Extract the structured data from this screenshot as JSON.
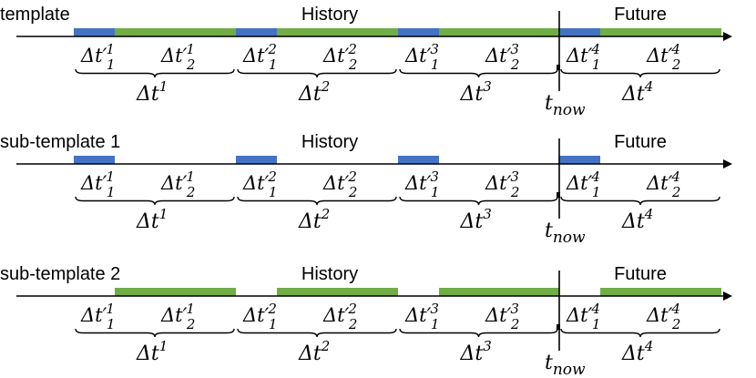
{
  "colors": {
    "blue": "#4472C4",
    "green": "#70AD47",
    "axis": "#000000"
  },
  "panels": [
    {
      "name": "template",
      "label": "template",
      "history_label": "History",
      "future_label": "Future",
      "now_label": "t",
      "now_sub": "now",
      "segments": [
        "blue",
        "green",
        "blue",
        "green",
        "blue",
        "green",
        "blue",
        "green"
      ]
    },
    {
      "name": "sub-template-1",
      "label": "sub-template 1",
      "history_label": "History",
      "future_label": "Future",
      "now_label": "t",
      "now_sub": "now",
      "segments": [
        "blue",
        null,
        "blue",
        null,
        "blue",
        null,
        "blue",
        null
      ]
    },
    {
      "name": "sub-template-2",
      "label": "sub-template 2",
      "history_label": "History",
      "future_label": "Future",
      "now_label": "t",
      "now_sub": "now",
      "segments": [
        null,
        "green",
        null,
        "green",
        null,
        "green",
        null,
        "green"
      ]
    }
  ],
  "intervals": [
    {
      "main": "Δt",
      "sup": "1",
      "sub1": {
        "base": "Δt′",
        "sub": "1",
        "sup": "1"
      },
      "sub2": {
        "base": "Δt′",
        "sub": "2",
        "sup": "1"
      }
    },
    {
      "main": "Δt",
      "sup": "2",
      "sub1": {
        "base": "Δt′",
        "sub": "1",
        "sup": "2"
      },
      "sub2": {
        "base": "Δt′",
        "sub": "2",
        "sup": "2"
      }
    },
    {
      "main": "Δt",
      "sup": "3",
      "sub1": {
        "base": "Δt′",
        "sub": "1",
        "sup": "3"
      },
      "sub2": {
        "base": "Δt′",
        "sub": "2",
        "sup": "3"
      }
    },
    {
      "main": "Δt",
      "sup": "4",
      "sub1": {
        "base": "Δt′",
        "sub": "1",
        "sup": "4"
      },
      "sub2": {
        "base": "Δt′",
        "sub": "2",
        "sup": "4"
      }
    }
  ]
}
